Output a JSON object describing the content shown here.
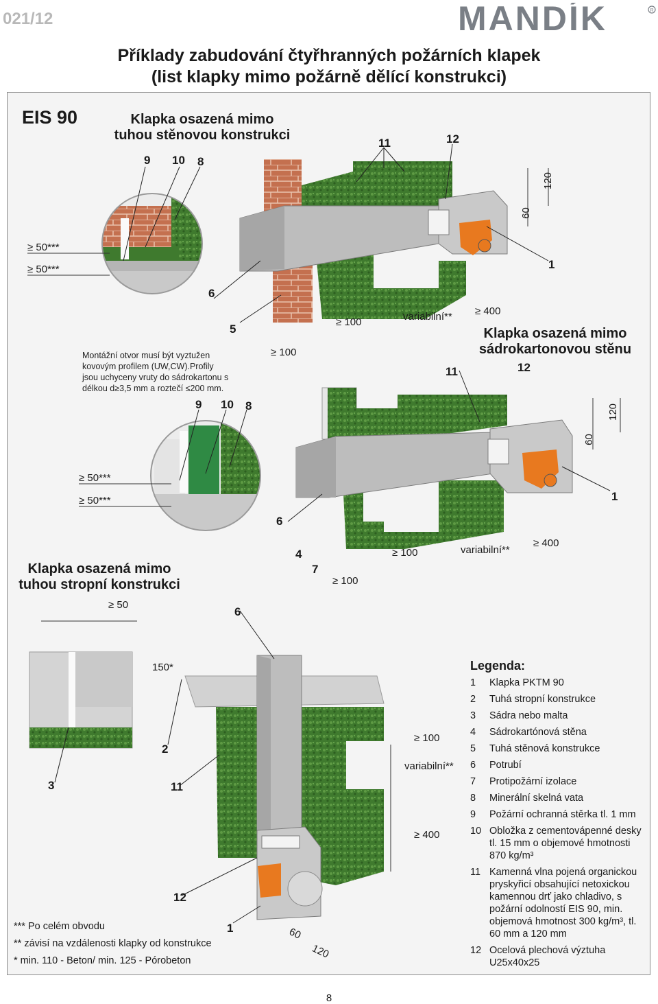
{
  "header": {
    "page_code": "021/12",
    "brand": "MANDÍK",
    "title_line1": "Příklady zabudování čtyřhranných požárních klapek",
    "title_line2": "(list klapky mimo požárně dělící konstrukci)"
  },
  "rating": "EIS 90",
  "section_wall": {
    "title_line1": "Klapka osazená mimo",
    "title_line2": "tuhou stěnovou konstrukci",
    "labels": {
      "n9": "9",
      "n10": "10",
      "n8": "8",
      "n11": "11",
      "n12": "12",
      "n6": "6",
      "n5": "5",
      "n1": "1"
    },
    "dims": {
      "d120": "120",
      "d60": "60",
      "d50a": "≥ 50***",
      "d50b": "≥ 50***",
      "d100a": "≥ 100",
      "d100b": "≥ 100",
      "dvar": "variabilní**",
      "d400": "≥ 400"
    }
  },
  "note": "Montážní otvor musí být vyztužen kovovým profilem (UW,CW).Profily jsou uchyceny vruty do sádrokartonu s délkou d≥3,5 mm a roztečí ≤200 mm.",
  "section_plaster": {
    "title_line1": "Klapka osazená mimo",
    "title_line2": "sádrokartonovou stěnu",
    "labels": {
      "n11": "11",
      "n12": "12",
      "n9": "9",
      "n10": "10",
      "n8": "8",
      "n6": "6",
      "n1": "1",
      "n4": "4",
      "n7": "7"
    },
    "dims": {
      "d120": "120",
      "d60": "60",
      "d50a": "≥ 50***",
      "d50b": "≥ 50***",
      "d100a": "≥ 100",
      "d100b": "≥ 100",
      "dvar": "variabilní**",
      "d400": "≥ 400"
    }
  },
  "section_ceiling": {
    "title_line1": "Klapka osazená mimo",
    "title_line2": "tuhou stropní konstrukci",
    "labels": {
      "n6": "6",
      "n3": "3",
      "n2": "2",
      "n11": "11",
      "n12": "12",
      "n1": "1"
    },
    "dims": {
      "d50": "≥ 50",
      "d150": "150*",
      "d100": "≥ 100",
      "dvar": "variabilní**",
      "d400": "≥ 400",
      "d60": "60",
      "d120": "120"
    }
  },
  "legend": {
    "title": "Legenda:",
    "items": [
      {
        "n": "1",
        "text": "Klapka PKTM 90"
      },
      {
        "n": "2",
        "text": "Tuhá stropní konstrukce"
      },
      {
        "n": "3",
        "text": "Sádra nebo malta"
      },
      {
        "n": "4",
        "text": "Sádrokartónová stěna"
      },
      {
        "n": "5",
        "text": "Tuhá stěnová konstrukce"
      },
      {
        "n": "6",
        "text": "Potrubí"
      },
      {
        "n": "7",
        "text": "Protipožární izolace"
      },
      {
        "n": "8",
        "text": "Minerální skelná vata"
      },
      {
        "n": "9",
        "text": "Požární ochranná stěrka tl. 1 mm"
      },
      {
        "n": "10",
        "text": "Obložka z cementovápenné desky tl. 15 mm o objemové hmotnosti 870 kg/m³"
      },
      {
        "n": "11",
        "text": "Kamenná vlna pojená organickou pryskyřicí obsahující netoxickou kamennou drť jako chladivo, s požární odolností EIS 90, min. objemová hmotnost 300 kg/m³, tl. 60 mm a 120 mm"
      },
      {
        "n": "12",
        "text": "Ocelová plechová výztuha U25x40x25"
      }
    ]
  },
  "footnotes": {
    "f1": "*** Po celém obvodu",
    "f2": "** závisí na vzdálenosti klapky od konstrukce",
    "f3": "* min. 110 - Beton/ min. 125 - Pórobeton"
  },
  "page_number": "8",
  "colors": {
    "insulation": "#3f7a2e",
    "insulation_light": "#5e9a44",
    "brick": "#c4704f",
    "duct": "#bdbdbd",
    "duct_dark": "#8f8f8f",
    "actuator": "#e8791f",
    "frame_bg": "#f4f4f4"
  }
}
